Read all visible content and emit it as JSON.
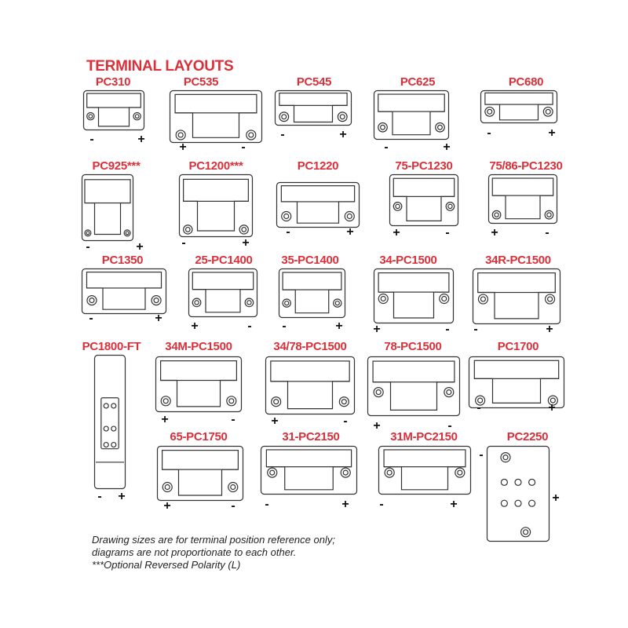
{
  "title": "TERMINAL LAYOUTS",
  "colors": {
    "accent": "#d9303a",
    "line": "#333333"
  },
  "batteries": [
    {
      "name": "PC310",
      "left": "-",
      "right": "+"
    },
    {
      "name": "PC535",
      "left": "+",
      "right": "-"
    },
    {
      "name": "PC545",
      "left": "-",
      "right": "+"
    },
    {
      "name": "PC625",
      "left": "-",
      "right": "+"
    },
    {
      "name": "PC680",
      "left": "-",
      "right": "+"
    },
    {
      "name": "PC925***",
      "left": "-",
      "right": "+"
    },
    {
      "name": "PC1200***",
      "left": "-",
      "right": "+"
    },
    {
      "name": "PC1220",
      "left": "-",
      "right": "+"
    },
    {
      "name": "75-PC1230",
      "left": "+",
      "right": "-"
    },
    {
      "name": "75/86-PC1230",
      "left": "+",
      "right": "-"
    },
    {
      "name": "PC1350",
      "left": "-",
      "right": "+"
    },
    {
      "name": "25-PC1400",
      "left": "+",
      "right": "-"
    },
    {
      "name": "35-PC1400",
      "left": "-",
      "right": "+"
    },
    {
      "name": "34-PC1500",
      "left": "+",
      "right": "-"
    },
    {
      "name": "34R-PC1500",
      "left": "-",
      "right": "+"
    },
    {
      "name": "PC1800-FT",
      "left": "-",
      "right": "+"
    },
    {
      "name": "34M-PC1500",
      "left": "+",
      "right": "-"
    },
    {
      "name": "34/78-PC1500",
      "left": "+",
      "right": "-"
    },
    {
      "name": "78-PC1500",
      "left": "+",
      "right": "-"
    },
    {
      "name": "PC1700",
      "left": "-",
      "right": "+"
    },
    {
      "name": "65-PC1750",
      "left": "+",
      "right": "-"
    },
    {
      "name": "31-PC2150",
      "left": "-",
      "right": "+"
    },
    {
      "name": "31M-PC2150",
      "left": "-",
      "right": "+"
    },
    {
      "name": "PC2250",
      "left": "-",
      "right": "+"
    }
  ],
  "notes": [
    "Drawing sizes are for terminal position reference only;",
    "diagrams are not proportionate to each other.",
    "***Optional Reversed Polarity (L)"
  ]
}
